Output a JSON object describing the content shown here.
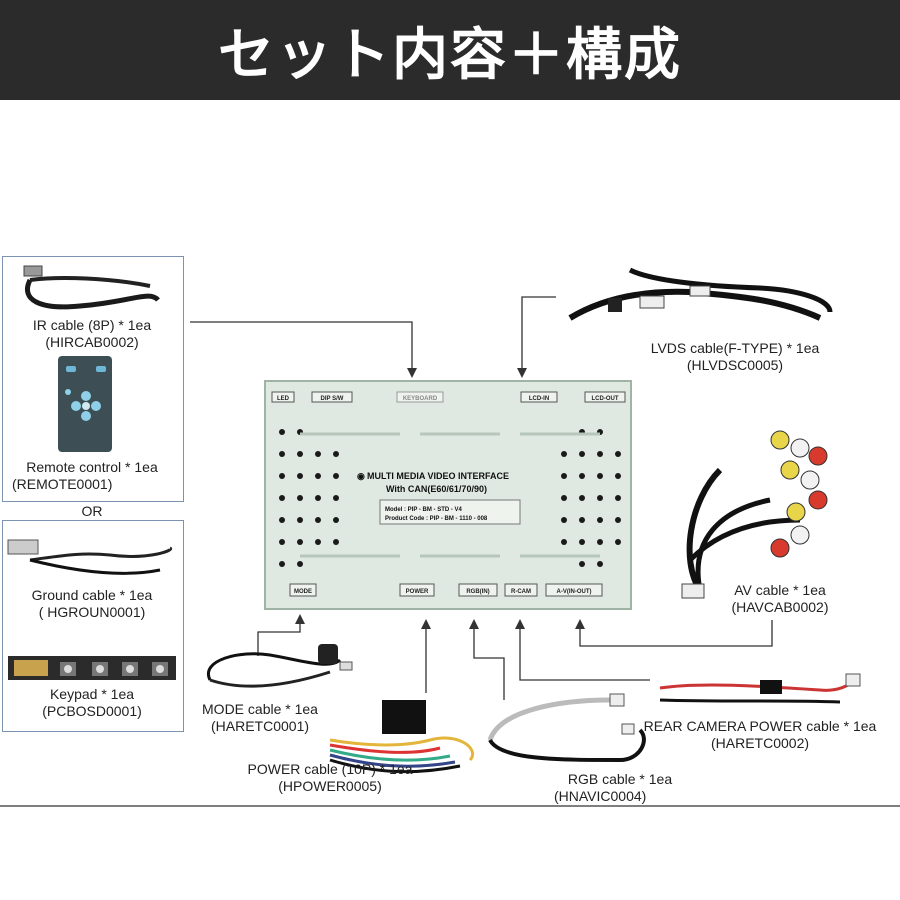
{
  "title": "セット内容＋構成",
  "device": {
    "heading": "MULTI MEDIA VIDEO INTERFACE",
    "subheading": "With CAN(E60/61/70/90)",
    "model": "Model : PIP - BM - STD - V4",
    "product_code": "Product Code : PIP - BM - 1110 - 008",
    "ports_top": [
      "LED",
      "DIP S/W",
      "KEYBOARD",
      "LCD-IN",
      "LCD-OUT"
    ],
    "ports_bottom": [
      "MODE",
      "POWER",
      "RGB(IN)",
      "R-CAM",
      "A-V(IN-OUT)"
    ]
  },
  "items": {
    "ir_cable": {
      "name": "IR cable (8P) * 1ea",
      "code": "(HIRCAB0002)"
    },
    "remote": {
      "name": "Remote control * 1ea",
      "code": "(REMOTE0001)"
    },
    "or": "OR",
    "ground": {
      "name": "Ground cable * 1ea",
      "code": "( HGROUN0001)"
    },
    "keypad": {
      "name": "Keypad * 1ea",
      "code": "(PCBOSD0001)"
    },
    "lvds": {
      "name": "LVDS cable(F-TYPE) * 1ea",
      "code": "(HLVDSC0005)"
    },
    "av": {
      "name": "AV cable * 1ea",
      "code": "(HAVCAB0002)"
    },
    "mode": {
      "name": "MODE cable * 1ea",
      "code": "(HARETC0001)"
    },
    "power": {
      "name": "POWER cable (10P) * 1ea",
      "code": "(HPOWER0005)"
    },
    "rgb": {
      "name": "RGB cable * 1ea",
      "code": "(HNAVIC0004)"
    },
    "rear_cam": {
      "name": "REAR CAMERA POWER cable * 1ea",
      "code": "(HARETC0002)"
    }
  },
  "colors": {
    "header_bg": "#2b2b2b",
    "device_body": "#dfe9e1",
    "box_border": "#7b93b0"
  }
}
